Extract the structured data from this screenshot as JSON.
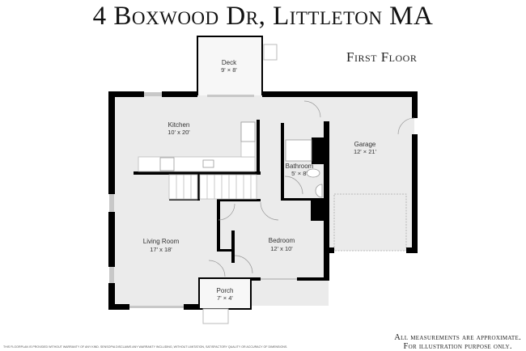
{
  "title": "4 Boxwood Dr, Littleton MA",
  "floor_label": "First Floor",
  "rooms": [
    {
      "name": "Deck",
      "dims": "9' × 8'"
    },
    {
      "name": "Kitchen",
      "dims": "10' x 20'"
    },
    {
      "name": "Garage",
      "dims": "12' × 21'"
    },
    {
      "name": "Bathroom",
      "dims": "5' × 8'"
    },
    {
      "name": "Living Room",
      "dims": "17' x 18'"
    },
    {
      "name": "Bedroom",
      "dims": "12' x 10'"
    },
    {
      "name": "Porch",
      "dims": "7' × 4'"
    }
  ],
  "disclaimer": "THIS FLOORPLAN IS PROVIDED WITHOUT WARRANTY OF ANY KIND. SENSOPIA DISCLAIMS ANY WARRANTY INCLUDING, WITHOUT LIMITATION, SATISFACTORY QUALITY OR ACCURACY OF DIMENSIONS.",
  "note_line1": "All measurements are approximate.",
  "note_line2": "For illustration purpose only.",
  "colors": {
    "floor": "#ebebeb",
    "wall": "#000000",
    "window": "#c8c8c8"
  }
}
